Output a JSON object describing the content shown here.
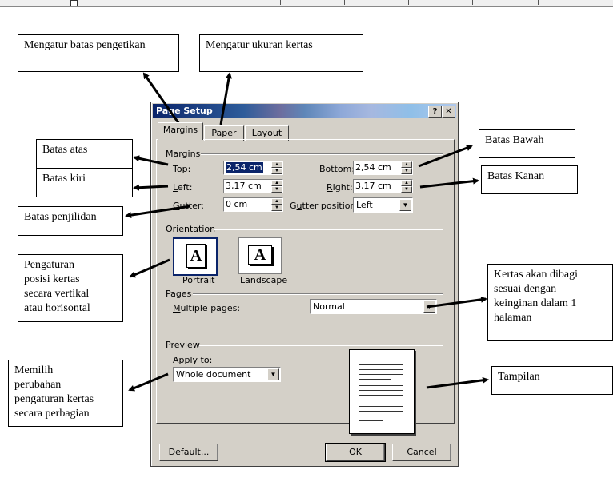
{
  "dialog": {
    "title": "Page Setup",
    "help_btn": "?",
    "close_btn": "✕",
    "tabs": [
      {
        "label": "Margins",
        "active": true
      },
      {
        "label": "Paper",
        "active": false
      },
      {
        "label": "Layout",
        "active": false
      }
    ],
    "margins": {
      "group_label": "Margins",
      "top": {
        "label": "Top:",
        "value": "2,54 cm"
      },
      "bottom": {
        "label": "Bottom:",
        "value": "2,54 cm"
      },
      "left": {
        "label": "Left:",
        "value": "3,17 cm"
      },
      "right": {
        "label": "Right:",
        "value": "3,17 cm"
      },
      "gutter": {
        "label": "Gutter:",
        "value": "0 cm"
      },
      "gutter_position": {
        "label": "Gutter position:",
        "value": "Left"
      }
    },
    "orientation": {
      "group_label": "Orientation",
      "portrait": "Portrait",
      "landscape": "Landscape",
      "icon_letter": "A",
      "selected": "Portrait"
    },
    "pages": {
      "group_label": "Pages",
      "multiple_label": "Multiple pages:",
      "multiple_value": "Normal"
    },
    "preview": {
      "group_label": "Preview",
      "apply_label": "Apply to:",
      "apply_value": "Whole document"
    },
    "buttons": {
      "default": "Default...",
      "ok": "OK",
      "cancel": "Cancel"
    }
  },
  "callouts": {
    "batas_pengetikan": "Mengatur batas pengetikan",
    "ukuran_kertas": "Mengatur ukuran kertas",
    "batas_atas": "Batas atas",
    "batas_kiri": "Batas kiri",
    "batas_penjilidan": "Batas penjilidan",
    "posisi_kertas": "Pengaturan\nposisi kertas\nsecara vertikal\natau horisontal",
    "perubahan": "Memilih\nperubahan\npengaturan kertas\nsecara perbagian",
    "batas_bawah": "Batas Bawah",
    "batas_kanan": "Batas Kanan",
    "dibagi": "Kertas akan dibagi\nsesuai dengan\nkeinginan dalam 1\nhalaman",
    "tampilan": "Tampilan"
  }
}
